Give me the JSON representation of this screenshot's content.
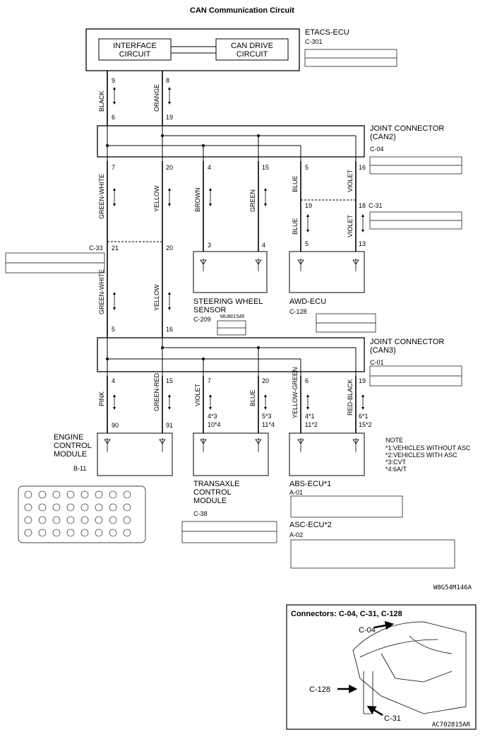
{
  "title": "CAN Communication Circuit",
  "etacs": {
    "name": "ETACS-ECU",
    "code": "C-301",
    "interface": [
      "INTERFACE",
      "CIRCUIT"
    ],
    "can_drive": [
      "CAN DRIVE",
      "CIRCUIT"
    ]
  },
  "wires_top": {
    "pin_left_top": "9",
    "pin_right_top": "8",
    "color_left": "BLACK",
    "color_right": "ORANGE",
    "pin_left_bottom": "6",
    "pin_right_bottom": "19"
  },
  "joint_can2": {
    "name": [
      "JOINT CONNECTOR",
      "(CAN2)"
    ],
    "code": "C-04"
  },
  "mid_pins": [
    "7",
    "20",
    "4",
    "15",
    "5",
    "16"
  ],
  "mid_colors": [
    "GREEN-WHITE",
    "YELLOW",
    "BROWN",
    "GREEN",
    "BLUE",
    "VIOLET"
  ],
  "c31": {
    "code": "C-31",
    "pin_a": "19",
    "pin_b": "18",
    "color_a": "BLUE",
    "color_b": "VIOLET",
    "pin_c": "5",
    "pin_d": "13"
  },
  "c33": {
    "code": "C-33",
    "pin_a": "21",
    "pin_b": "20",
    "color_a": "GREEN-WHITE",
    "color_b": "YELLOW"
  },
  "steering": {
    "name": [
      "STEERING WHEEL",
      "SENSOR"
    ],
    "code": "C-209",
    "pins": [
      "3",
      "4"
    ],
    "ref": "MU801545"
  },
  "awd": {
    "name": "AWD-ECU",
    "code": "C-128",
    "pins": [
      "5",
      "13"
    ]
  },
  "joint_can3": {
    "name": [
      "JOINT CONNECTOR",
      "(CAN3)"
    ],
    "code": "C-01",
    "pins_top": [
      "5",
      "16"
    ]
  },
  "low_pins": [
    "4",
    "15",
    "7",
    "20",
    "6",
    "19"
  ],
  "low_colors": [
    "PINK",
    "GREEN-RED",
    "VIOLET",
    "BLUE",
    "YELLOW-GREEN",
    "RED-BLACK"
  ],
  "engine": {
    "name": [
      "ENGINE",
      "CONTROL",
      "MODULE"
    ],
    "code": "B-11",
    "pins": [
      "90",
      "91"
    ]
  },
  "transaxle": {
    "name": [
      "TRANSAXLE",
      "CONTROL",
      "MODULE"
    ],
    "code": "C-38",
    "pins_a": [
      "4*3",
      "10*4"
    ],
    "pins_b": [
      "5*3",
      "11*4"
    ]
  },
  "abs": {
    "name": "ABS-ECU*1",
    "code": "A-01",
    "pins_a": [
      "4*1",
      "11*2"
    ],
    "pins_b": [
      "6*1",
      "15*2"
    ]
  },
  "asc": {
    "name": "ASC-ECU*2",
    "code": "A-02"
  },
  "note": {
    "title": "NOTE",
    "items": [
      "*1:VEHICLES WITHOUT ASC",
      "*2:VEHICLES WITH ASC",
      "*3:CVT",
      "*4:6A/T"
    ]
  },
  "drawing_id": "W8G54M146A",
  "inset": {
    "title": "Connectors: C-04, C-31, C-128",
    "labels": [
      "C-04",
      "C-128",
      "C-31"
    ],
    "ref": "AC702815AR"
  }
}
